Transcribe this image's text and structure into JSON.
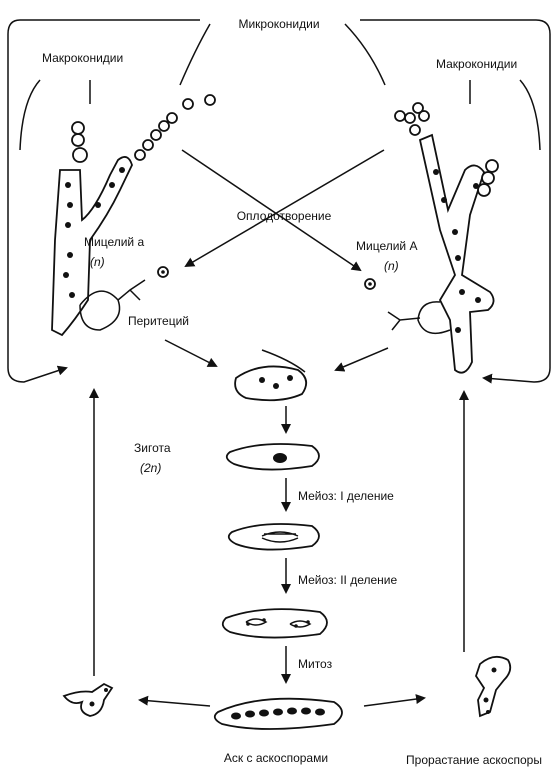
{
  "labels": {
    "microconidia": "Микроконидии",
    "macroconidia_left": "Макроконидии",
    "macroconidia_right": "Макроконидии",
    "fertilization": "Оплодотворение",
    "mycelium_a": "Мицелий a",
    "mycelium_a_ploidy": "(n)",
    "mycelium_A": "Мицелий A",
    "mycelium_A_ploidy": "(n)",
    "perithecium": "Перитеций",
    "zygote": "Зигота",
    "zygote_ploidy": "(2n)",
    "meiosis_1": "Мейоз:  I деление",
    "meiosis_2": "Мейоз: II деление",
    "mitosis": "Митоз",
    "ascus": "Аск с аскоспорами",
    "germination": "Прорастание аскоспоры"
  }
}
